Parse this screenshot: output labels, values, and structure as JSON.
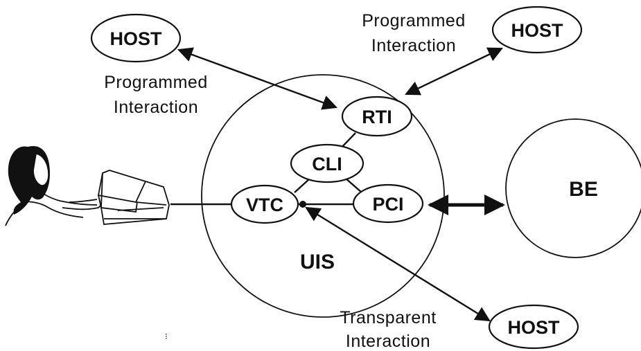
{
  "nodes": {
    "host_top_left": "HOST",
    "host_top_right": "HOST",
    "host_bottom_right": "HOST",
    "rti": "RTI",
    "cli": "CLI",
    "pci": "PCI",
    "vtc": "VTC",
    "uis": "UIS",
    "be": "BE"
  },
  "labels": {
    "programmed_left_1": "Programmed",
    "programmed_left_2": "Interaction",
    "programmed_right_1": "Programmed",
    "programmed_right_2": "Interaction",
    "transparent_1": "Transparent",
    "transparent_2": "Interaction"
  }
}
